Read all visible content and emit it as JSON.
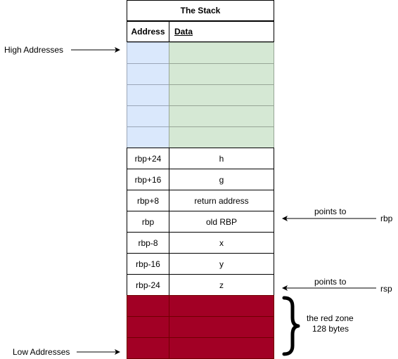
{
  "table": {
    "title": "The Stack",
    "headers": {
      "address": "Address",
      "data": "Data"
    },
    "rows": [
      {
        "address": "rbp+24",
        "data": "h"
      },
      {
        "address": "rbp+16",
        "data": "g"
      },
      {
        "address": "rbp+8",
        "data": "return address"
      },
      {
        "address": "rbp",
        "data": "old RBP"
      },
      {
        "address": "rbp-8",
        "data": "x"
      },
      {
        "address": "rbp-16",
        "data": "y"
      },
      {
        "address": "rbp-24",
        "data": "z"
      }
    ],
    "high_region_rows": 5,
    "red_zone_rows": 3
  },
  "annotations": {
    "high_addresses": "High Addresses",
    "low_addresses": "Low Addresses",
    "rbp_points_to": "points to",
    "rbp_label": "rbp",
    "rsp_points_to": "points to",
    "rsp_label": "rsp",
    "red_zone_line1": "the red zone",
    "red_zone_line2": "128 bytes"
  },
  "colors": {
    "address_fill": "#dae8fc",
    "data_fill": "#d5e8d4",
    "red_zone_fill": "#a20025"
  }
}
